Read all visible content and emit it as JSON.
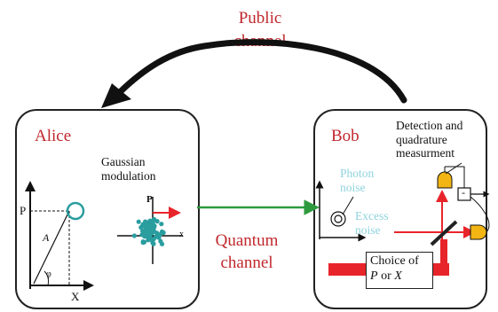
{
  "public_channel": {
    "line1": "Public",
    "line2": "channel"
  },
  "quantum_channel": {
    "line1": "Quantum",
    "line2": "channel"
  },
  "alice": {
    "title": "Alice",
    "modulation": {
      "line1": "Gaussian",
      "line2": "modulation"
    },
    "axis_p": "P",
    "axis_x": "X",
    "label_a": "A",
    "label_phi": "φ",
    "cloud_p": "P",
    "cloud_x": "x"
  },
  "bob": {
    "title": "Bob",
    "detection": {
      "line1": "Detection and",
      "line2": "quadrature",
      "line3": "measurment"
    },
    "photon_noise": {
      "line1": "Photon",
      "line2": "noise"
    },
    "excess_noise": {
      "line1": "Excess",
      "line2": "noise"
    },
    "choice": {
      "line1": "Choice of",
      "p": "P",
      "or": " or ",
      "x": "X"
    },
    "minus_sign": "-"
  },
  "colors": {
    "title_red": "#c0282d",
    "quantum_green": "#2e9a3e",
    "teal_dot": "#2a9d9f",
    "noise_cyan": "#8fd3de",
    "laser_red": "#e8242b",
    "detector_yellow": "#f2b514"
  }
}
